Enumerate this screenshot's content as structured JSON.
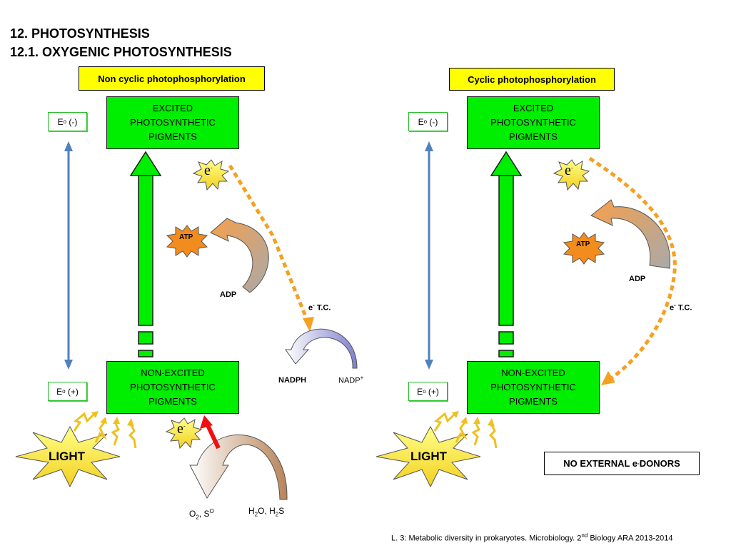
{
  "titles": {
    "line1": "12. PHOTOSYNTHESIS",
    "line2": "12.1. OXYGENIC PHOTOSYNTHESIS"
  },
  "left": {
    "header": "Non cyclic photophosphorylation",
    "excited_line1": "EXCITED",
    "excited_line2": "PHOTOSYNTHETIC",
    "excited_line3": "PIGMENTS",
    "nonexcited_line1": "NON-EXCITED",
    "nonexcited_line2": "PHOTOSYNTHETIC",
    "nonexcited_line3": "PIGMENTS",
    "eo_minus": "(-)",
    "eo_plus": "(+)",
    "eo_prefix": "E",
    "eo_sup": "o",
    "light": "LIGHT",
    "atp": "ATP",
    "adp": "ADP",
    "etc_prefix": "e",
    "etc_sup": "-",
    "etc_suffix": " T.C.",
    "nadph": "NADPH",
    "nadp_base": "NADP",
    "nadp_sup": "+",
    "electron": "e",
    "electron_sup": "-",
    "o2_a": "O",
    "o2_sub": "2",
    "o2_b": ", S",
    "o2_sup": "O",
    "h2o_a": "H",
    "h2o_sub1": "2",
    "h2o_b": "O, H",
    "h2o_sub2": "2",
    "h2o_c": "S"
  },
  "right": {
    "header": "Cyclic photophosphorylation",
    "excited_line1": "EXCITED",
    "excited_line2": "PHOTOSYNTHETIC",
    "excited_line3": "PIGMENTS",
    "nonexcited_line1": "NON-EXCITED",
    "nonexcited_line2": "PHOTOSYNTHETIC",
    "nonexcited_line3": "PIGMENTS",
    "eo_minus": "(-)",
    "eo_plus": "(+)",
    "eo_prefix": "E",
    "eo_sup": "o",
    "light": "LIGHT",
    "atp": "ATP",
    "adp": "ADP",
    "etc_prefix": "e",
    "etc_sup": "-",
    "etc_suffix": " T.C.",
    "electron": "e",
    "electron_sup": "-",
    "no_donors_a": "NO EXTERNAL e",
    "no_donors_sup": "-",
    "no_donors_b": " DONORS"
  },
  "footer": {
    "a": "L. 3: Metabolic diversity in prokaryotes.  Microbiology. 2",
    "sup": "nd",
    "b": " Biology ARA  2013-2014"
  },
  "colors": {
    "green": "#00ee00",
    "yellow_box": "#ffff00",
    "dotted_orange": "#f5a020",
    "blue_arrow": "#4f81bd",
    "red_arrow": "#ee1111",
    "atp_orange": "#f28c1e",
    "electron_yellow": "#ffff66"
  }
}
